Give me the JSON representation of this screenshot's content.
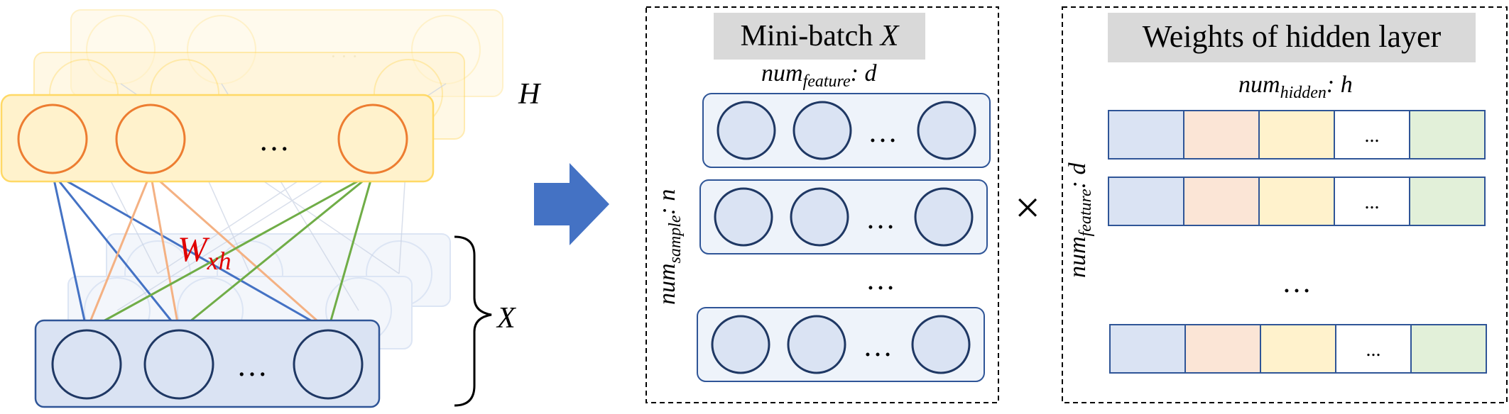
{
  "network": {
    "ellipsis": "…",
    "weight_label_main": "W",
    "weight_label_sub": "xh",
    "hidden_label": "H",
    "input_label": "X"
  },
  "minibatch": {
    "title_prefix": "Mini-batch ",
    "title_var": "X",
    "feature_label_base": "num",
    "feature_label_sub": "feature",
    "feature_label_suffix": ": d",
    "sample_label_base": "num",
    "sample_label_sub": "sample",
    "sample_label_suffix": ": n",
    "row_ellipsis": "…",
    "col_ellipsis": "…"
  },
  "multiply_symbol": "×",
  "weights": {
    "title": "Weights of hidden layer",
    "hidden_label_base": "num",
    "hidden_label_sub": "hidden",
    "hidden_label_suffix": ": h",
    "feature_label_base": "num",
    "feature_label_sub": "feature",
    "feature_label_suffix": ": d",
    "cell_ellipsis": "...",
    "row_ellipsis": "…",
    "cell_colors": [
      "#dae3f3",
      "#fbe5d6",
      "#fff2cc",
      "#ffffff",
      "#e2f0d9"
    ]
  },
  "colors": {
    "hidden_fill": "#fff2cc",
    "hidden_stroke": "#f4b183",
    "hidden_node_stroke": "#ed7d31",
    "input_fill": "#dae3f3",
    "input_stroke": "#2f5597",
    "node_stroke": "#1f3864",
    "arrow": "#4472c4",
    "blue_edge": "#4472c4",
    "orange_edge": "#f4b183",
    "green_edge": "#70ad47",
    "weight_label": "#e00000"
  }
}
